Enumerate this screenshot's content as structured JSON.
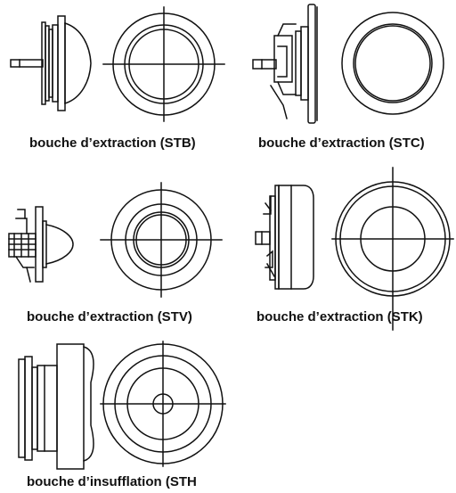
{
  "captions": {
    "stb": "bouche d’extraction (STB)",
    "stc": "bouche d’extraction (STC)",
    "stv": "bouche d’extraction (STV)",
    "stk": "bouche d’extraction (STK)",
    "sth": "bouche d’insufflation (STH"
  },
  "colors": {
    "line": "#111111",
    "background": "#ffffff"
  }
}
